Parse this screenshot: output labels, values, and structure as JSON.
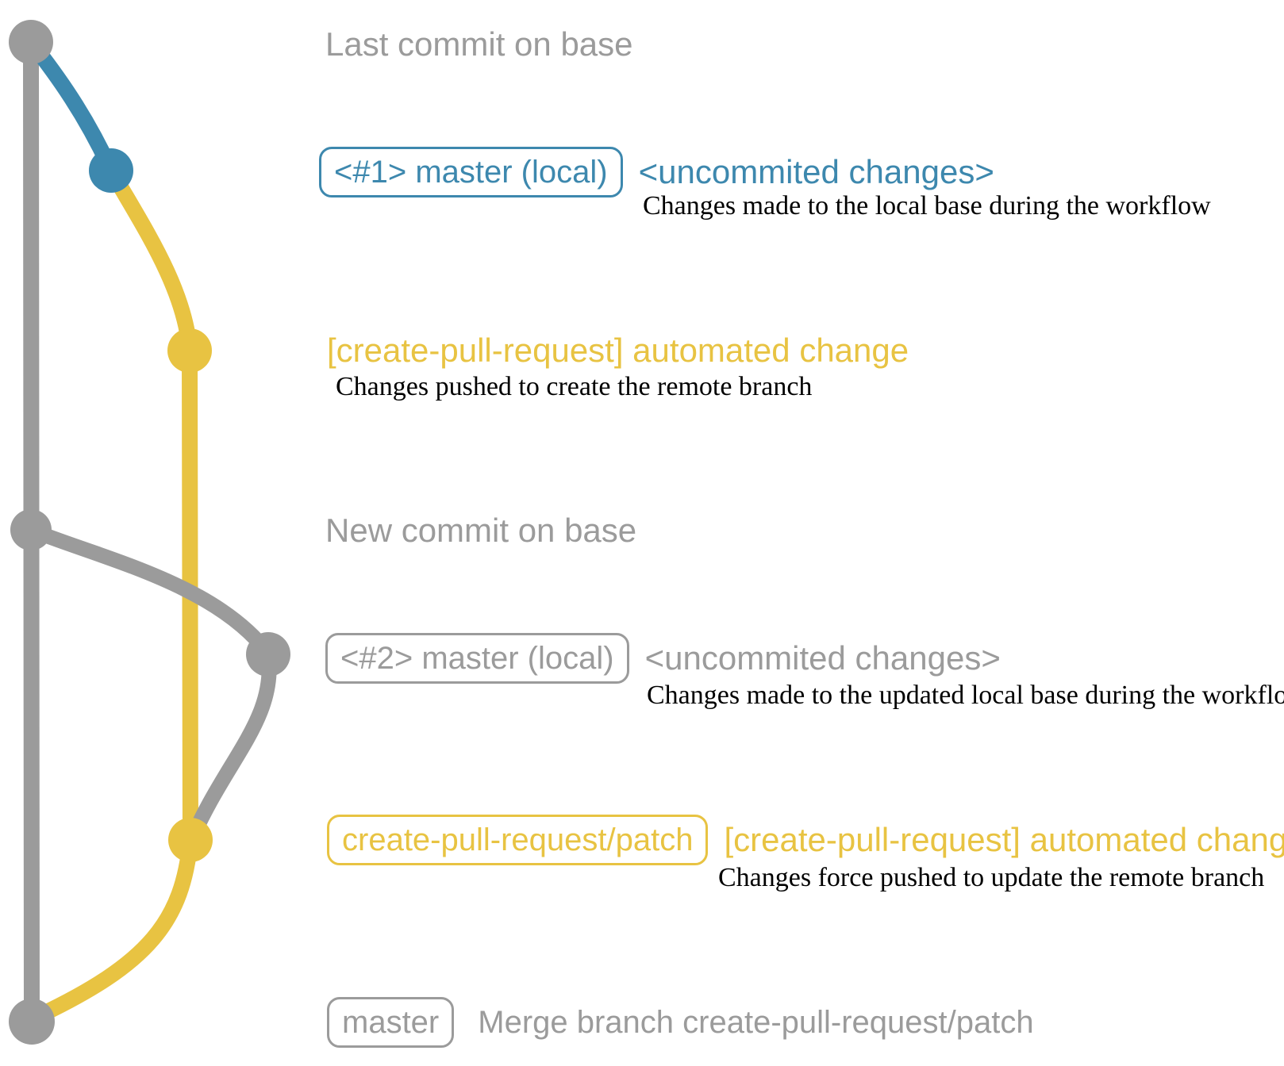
{
  "colors": {
    "gray": "#9b9b9b",
    "blue": "#3d88ae",
    "yellow": "#e8c342",
    "text": "#000000",
    "background": "#ffffff"
  },
  "rows": {
    "last_commit": {
      "label": "Last commit on base"
    },
    "local_1": {
      "badge": "<#1> master (local)",
      "note": "<uncommited changes>",
      "description": "Changes made to the local base during the workflow"
    },
    "automated_1": {
      "note": "[create-pull-request] automated change",
      "description": "Changes pushed to create the remote branch"
    },
    "new_commit": {
      "label": "New commit on base"
    },
    "local_2": {
      "badge": "<#2> master (local)",
      "note": "<uncommited changes>",
      "description": "Changes made to the updated local base during the workflow"
    },
    "automated_2": {
      "badge": "create-pull-request/patch",
      "note": "[create-pull-request] automated change",
      "description": "Changes force pushed to update the remote branch"
    },
    "merge": {
      "badge": "master",
      "label": "Merge branch create-pull-request/patch"
    }
  }
}
